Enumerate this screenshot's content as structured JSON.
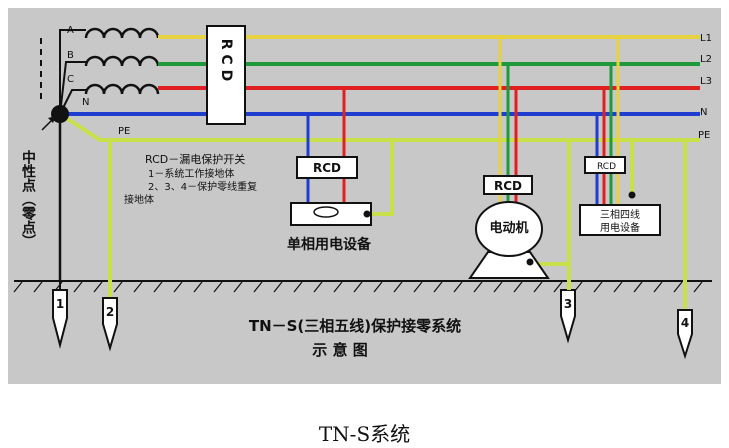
{
  "diagram": {
    "title_line1": "TN－S(三相五线)保护接零系统",
    "title_line2": "示 意 图",
    "neutral_point_label": "中性点（零点）",
    "phase_labels": [
      "A",
      "B",
      "C"
    ],
    "n_label_left": "N",
    "pe_label_left": "PE",
    "line_labels_right": [
      "L1",
      "L2",
      "L3",
      "N",
      "PE"
    ],
    "rcd_main_label": "R C D",
    "rcd_label": "RCD",
    "legend": [
      "RCD－漏电保护开关",
      "1－系统工作接地体",
      "2、3、4－保护零线重复",
      "接地体"
    ],
    "single_phase_device_label": "单相用电设备",
    "motor_label": "电动机",
    "three_phase_device_label": [
      "三相四线",
      "用电设备"
    ],
    "ground_numbers": [
      "1",
      "2",
      "3",
      "4"
    ],
    "colors": {
      "L1": "#e6d240",
      "L2": "#1f9a3a",
      "L3": "#e02020",
      "N": "#1f3ed0",
      "PE": "#c8e04a",
      "background": "#c8c8c8"
    }
  },
  "caption": "TN-S系统"
}
